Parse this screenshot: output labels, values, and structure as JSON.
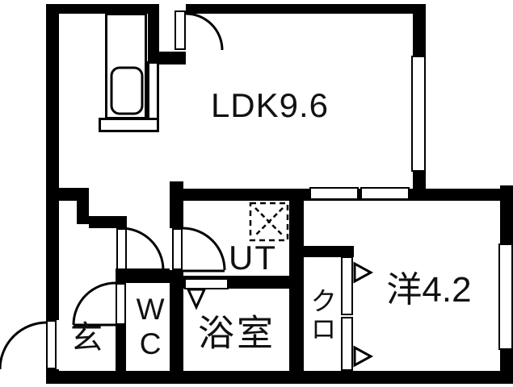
{
  "floorplan": {
    "rooms": {
      "ldk": {
        "label": "LDK9.6"
      },
      "western_room": {
        "label": "洋4.2"
      },
      "utility": {
        "label": "UT"
      },
      "bathroom": {
        "label": "浴室"
      },
      "entrance": {
        "label": "玄"
      },
      "toilet": {
        "label": "WC"
      },
      "closet": {
        "label": "クロ"
      }
    },
    "symbols": {
      "kitchen_sink": "sink-icon",
      "washing_machine_area": "dashed-square-with-x",
      "door_arcs": "quarter-circle-swing",
      "folding_door_markers": "open-triangle"
    },
    "colors": {
      "wall": "#000000",
      "floor": "#ffffff",
      "ink": "#111111"
    }
  }
}
